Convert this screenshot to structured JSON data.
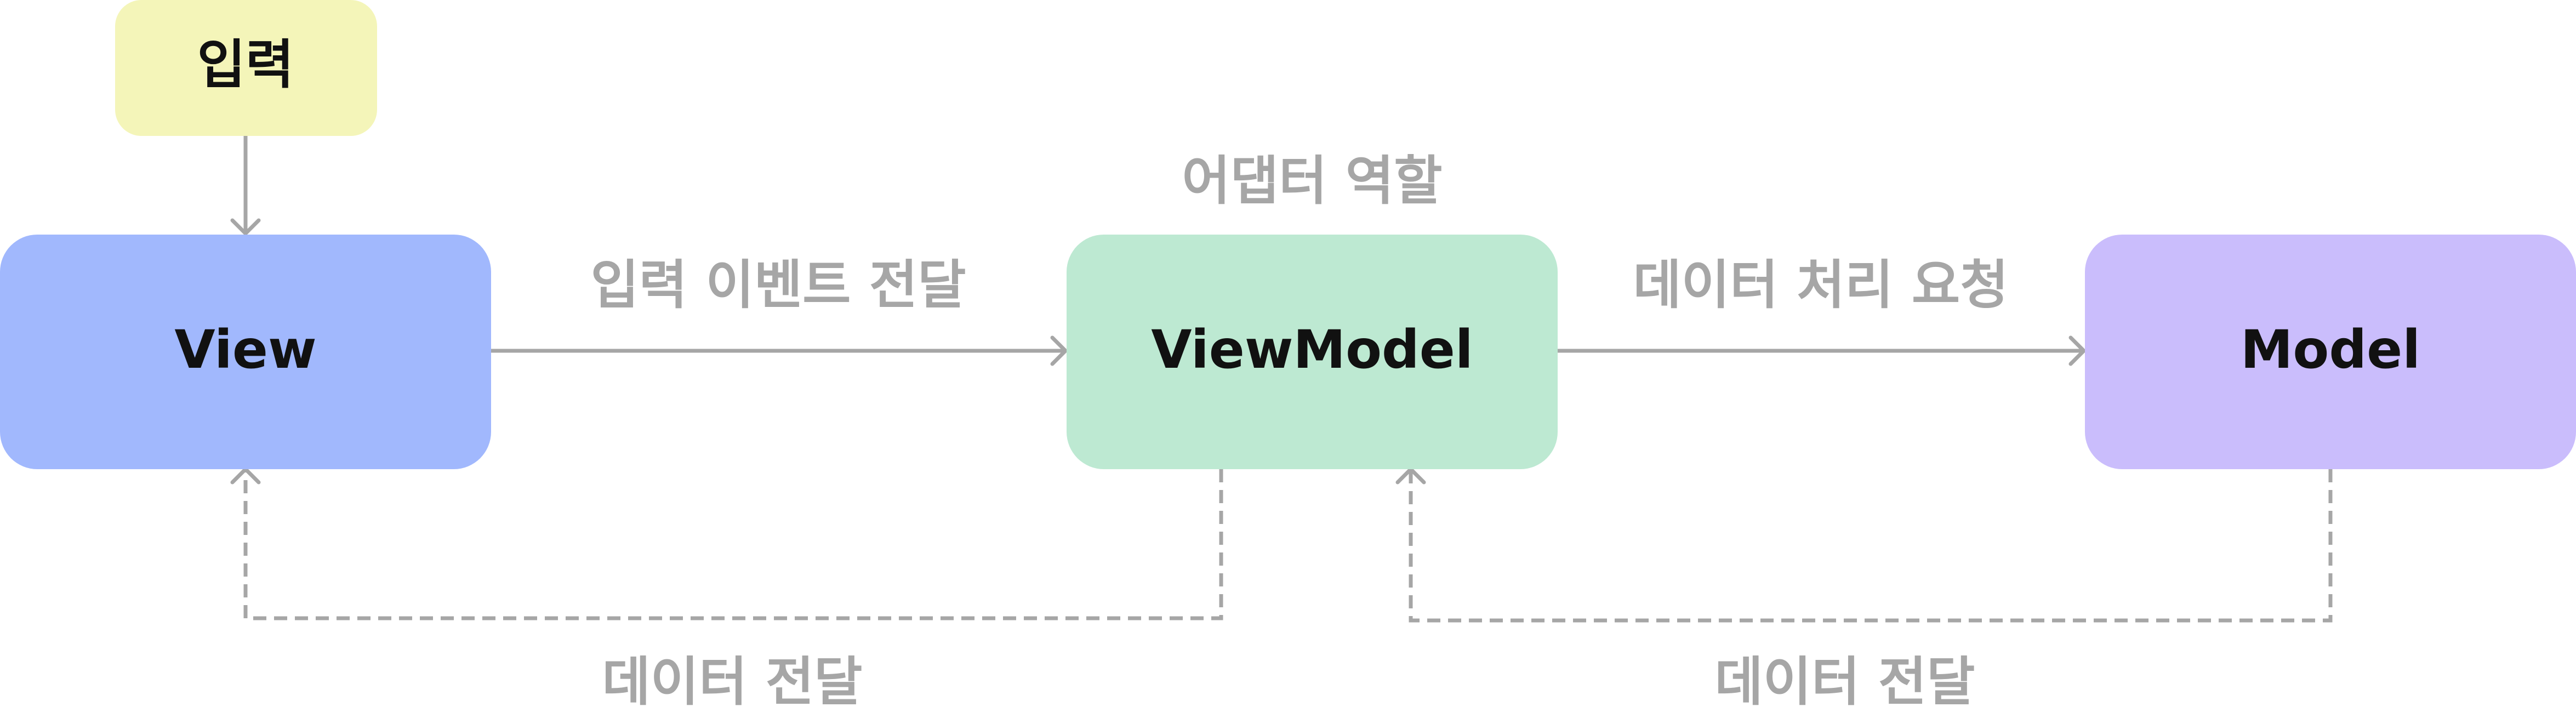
{
  "nodes": {
    "input": {
      "label": "입력",
      "color": "#f4f5b9"
    },
    "view": {
      "label": "View",
      "color": "#a1b8fd"
    },
    "viewmodel": {
      "label": "ViewModel",
      "color": "#bde9d2"
    },
    "model": {
      "label": "Model",
      "color": "#cabdfc"
    }
  },
  "annotations": {
    "adapter_role": "어댑터 역할"
  },
  "edges": {
    "input_to_view": {
      "label": ""
    },
    "view_to_viewmodel": {
      "label": "입력 이벤트 전달"
    },
    "viewmodel_to_model": {
      "label": "데이터 처리 요청"
    },
    "viewmodel_to_view": {
      "label": "데이터 전달",
      "style": "dashed"
    },
    "model_to_viewmodel": {
      "label": "데이터 전달",
      "style": "dashed"
    }
  },
  "colors": {
    "line": "#a6a6a6",
    "node_text": "#111111",
    "edge_text": "#a6a6a6"
  }
}
